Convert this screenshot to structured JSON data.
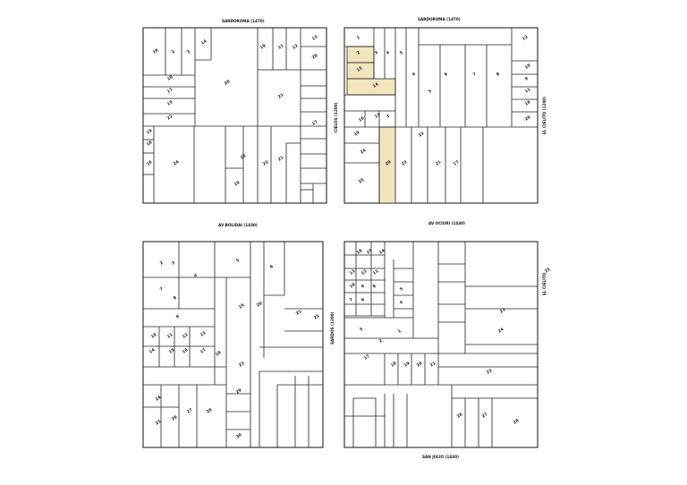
{
  "streets": {
    "top_left": "SARDOROMA (1470)",
    "top_right": "SARDOROMA (1470)",
    "mid_left": "AV BOLIDAI (1430)",
    "mid_right": "AV OCIURI (1430)",
    "bottom": "SAN JULIO (1430)",
    "right_upper": "EL CIELITO (1200)",
    "right_lower": "EL CIELITO",
    "center_upper": "CIELOS (1200)",
    "center_lower": "SARDOS (1200)"
  },
  "lots": {
    "tl": [
      "16",
      "2",
      "3",
      "14",
      "18",
      "17",
      "15",
      "22",
      "20",
      "19",
      "11",
      "12",
      "13",
      "28",
      "21",
      "17",
      "19",
      "18",
      "16",
      "24",
      "23",
      "22",
      "21",
      "19"
    ],
    "tr": [
      "1",
      "2",
      "3",
      "4",
      "5",
      "15",
      "14",
      "16",
      "13",
      "3",
      "4",
      "5",
      "6",
      "7",
      "8",
      "12",
      "10",
      "9",
      "11",
      "18",
      "20",
      "19",
      "24",
      "25",
      "28",
      "23",
      "22",
      "21",
      "17"
    ],
    "bl": [
      "2",
      "3",
      "4",
      "5",
      "6",
      "7",
      "8",
      "9",
      "10",
      "11",
      "12",
      "13",
      "14",
      "15",
      "16",
      "17",
      "18",
      "19",
      "20",
      "21",
      "22",
      "23",
      "24",
      "25",
      "26",
      "27",
      "28",
      "29",
      "30"
    ],
    "br": [
      "16",
      "15",
      "14",
      "13",
      "12",
      "11",
      "10",
      "9",
      "8",
      "7",
      "6",
      "5",
      "4",
      "3",
      "2",
      "1",
      "17",
      "18",
      "19",
      "20",
      "21",
      "22",
      "23",
      "24",
      "25",
      "26",
      "27",
      "28"
    ]
  },
  "colors": {
    "highlight": "#f3e6bf",
    "line": "#222222"
  }
}
